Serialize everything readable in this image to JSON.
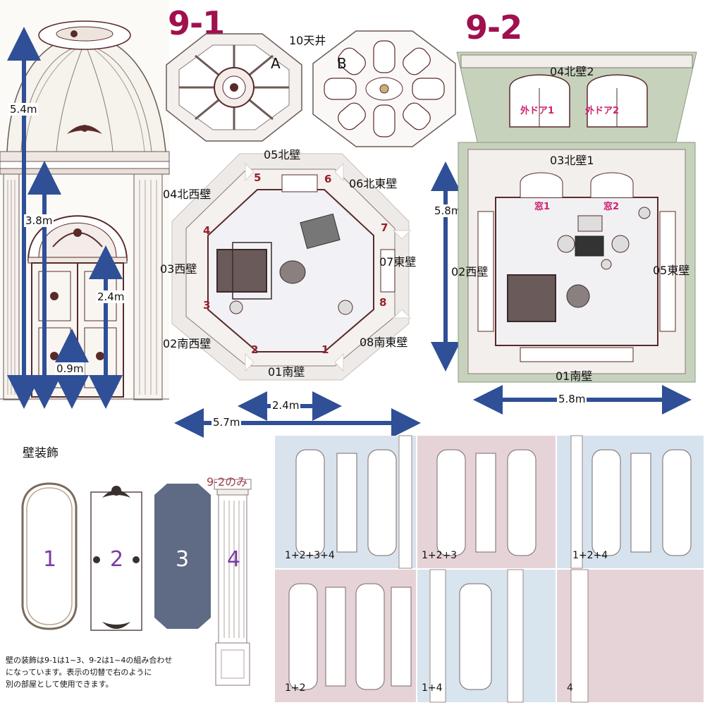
{
  "titles": {
    "room_a": "9-1",
    "room_b": "9-2"
  },
  "ceiling": {
    "label": "10天井",
    "variant_a": "A",
    "variant_b": "B"
  },
  "room91_walls": {
    "north": "05北壁",
    "northwest": "04北西壁",
    "northeast": "06北東壁",
    "west": "03西壁",
    "east": "07東壁",
    "southwest": "02南西壁",
    "southeast": "08南東壁",
    "south": "01南壁"
  },
  "room91_wall_numbers": [
    "1",
    "2",
    "3",
    "4",
    "5",
    "6",
    "7",
    "8"
  ],
  "room92_walls": {
    "north2": "04北壁2",
    "north1": "03北壁1",
    "west": "02西壁",
    "east": "05東壁",
    "south": "01南壁"
  },
  "room92_labels": {
    "door1": "外ドア1",
    "door2": "外ドア2",
    "window1": "窓1",
    "window2": "窓2"
  },
  "dimensions": {
    "total_height": "5.4m",
    "wall_height": "3.8m",
    "door_height": "2.4m",
    "door_width": "0.9m",
    "room91_side": "2.4m",
    "room91_width": "5.7m",
    "room92_height": "5.8m",
    "room92_width": "5.8m"
  },
  "wall_decoration": {
    "heading": "壁装飾",
    "panels": [
      "1",
      "2",
      "3",
      "4"
    ],
    "only_92": "9-2のみ",
    "note_lines": [
      "壁の装飾は9-1は1~3、9-2は1~4の組み合わせ",
      "になっています。表示の切替で右のように",
      "別の部屋として使用できます。"
    ]
  },
  "combinations": [
    "1+2+3+4",
    "1+2+3",
    "1+2+4",
    "1+2",
    "1+4",
    "4"
  ],
  "colors": {
    "title": "#a0104e",
    "arrow": "#2f4f96",
    "dark_line": "#5a2a2a",
    "pink_label": "#d0206e",
    "panel3": "#5f6b84"
  }
}
